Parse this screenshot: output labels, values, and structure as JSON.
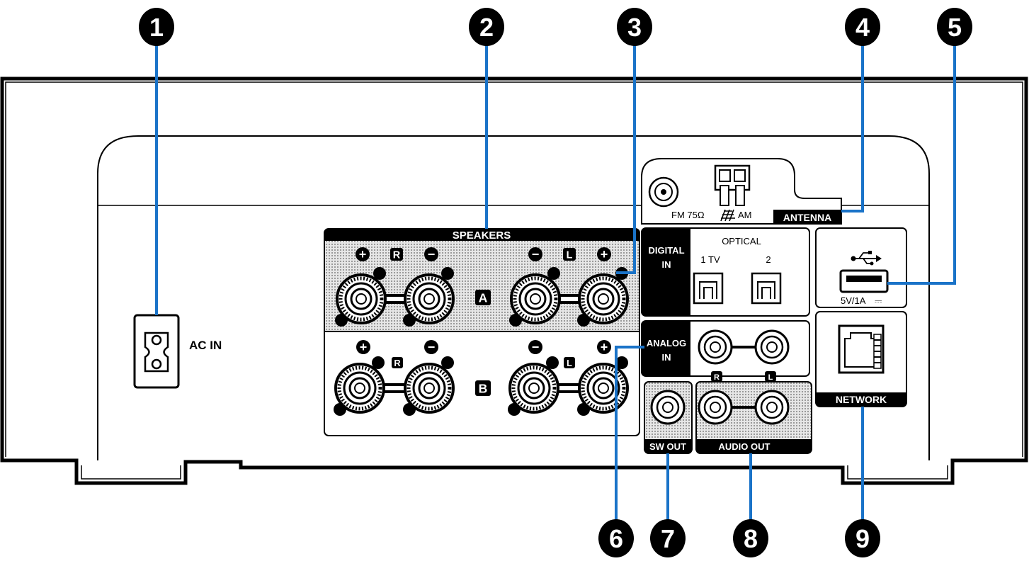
{
  "callouts": [
    "1",
    "2",
    "3",
    "4",
    "5",
    "6",
    "7",
    "8",
    "9"
  ],
  "colors": {
    "callout_line": "#1a73c8",
    "ink": "#000000",
    "panel_fill": "#cfcfcf",
    "background": "#ffffff"
  },
  "ac_in": {
    "label": "AC IN"
  },
  "speakers": {
    "title": "SPEAKERS",
    "plus": "+",
    "minus": "−",
    "channel_r": "R",
    "channel_l": "L",
    "set_a": "A",
    "set_b": "B"
  },
  "digital_in": {
    "label_line1": "DIGITAL",
    "label_line2": "IN",
    "optical": "OPTICAL",
    "input1": "1 TV",
    "input2": "2"
  },
  "antenna": {
    "fm": "FM 75Ω",
    "am": "AM",
    "label": "ANTENNA"
  },
  "usb": {
    "rating": "5V/1A",
    "dc_symbol": "⎓"
  },
  "network": {
    "label": "NETWORK"
  },
  "analog_in": {
    "label_line1": "ANALOG",
    "label_line2": "IN"
  },
  "sw_out": {
    "label": "SW OUT"
  },
  "audio_out": {
    "label": "AUDIO OUT",
    "channel_r": "R",
    "channel_l": "L"
  }
}
